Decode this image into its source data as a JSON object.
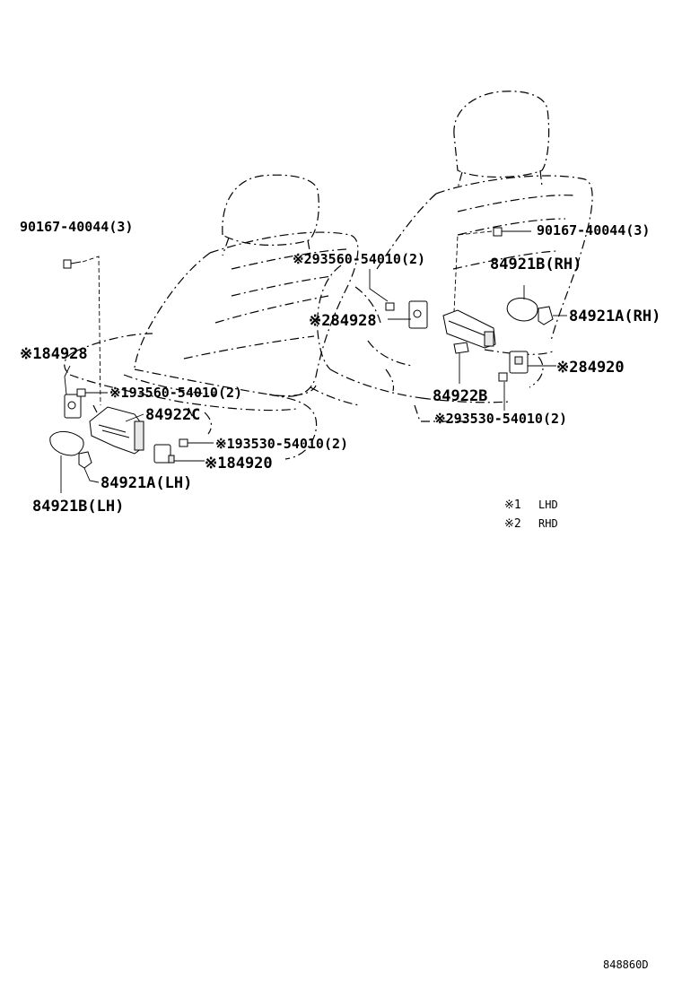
{
  "labels": {
    "bolt_left_top": "90167-40044(3)",
    "bolt_right_top": "90167-40044(3)",
    "screw_rhd_top": "※293560-54010(2)",
    "part_84928_rhd": "※284928",
    "part_84921b_rh": "84921B(RH)",
    "part_84921a_rh": "84921A(RH)",
    "part_84920_rhd": "※284920",
    "part_84922b": "84922B",
    "screw_rhd_bottom": "※293530-54010(2)",
    "part_84928_lhd": "※184928",
    "screw_lhd_top": "※193560-54010(2)",
    "part_84922c": "84922C",
    "screw_lhd_bottom": "※193530-54010(2)",
    "part_84920_lhd": "※184920",
    "part_84921a_lh": "84921A(LH)",
    "part_84921b_lh": "84921B(LH)"
  },
  "legend": [
    {
      "mark": "※1",
      "text": "LHD"
    },
    {
      "mark": "※2",
      "text": "RHD"
    }
  ],
  "diagram_id": "848860D"
}
